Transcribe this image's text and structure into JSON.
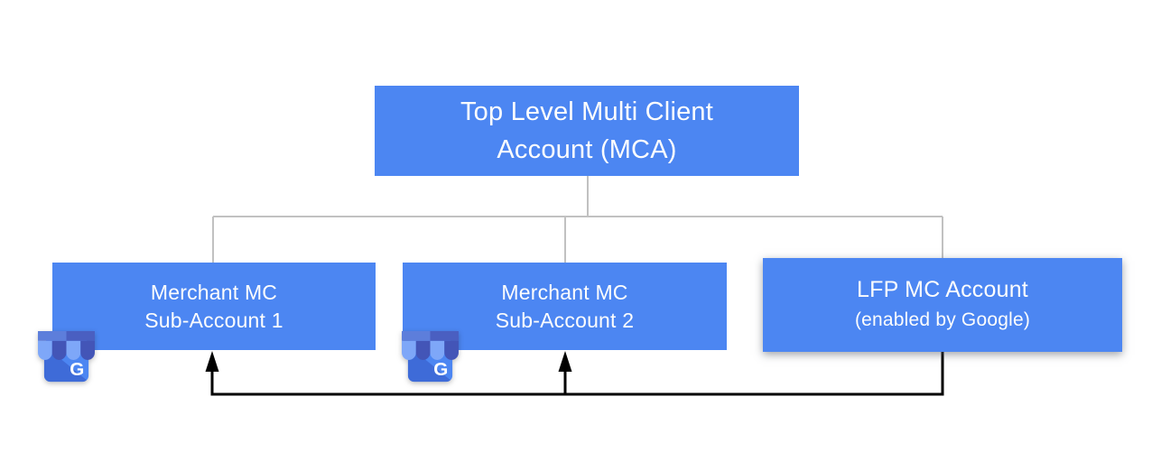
{
  "colors": {
    "node_blue": "#4c86f2",
    "connector_gray": "#c1c1c1",
    "arrow_black": "#000000",
    "text_white": "#fdfdfd",
    "background": "#ffffff"
  },
  "nodes": {
    "mca": {
      "line1": "Top Level Multi Client",
      "line2": "Account (MCA)"
    },
    "sub1": {
      "line1": "Merchant MC",
      "line2": "Sub-Account 1"
    },
    "sub2": {
      "line1": "Merchant MC",
      "line2": "Sub-Account 2"
    },
    "lfp": {
      "line1": "LFP MC Account",
      "line2": "(enabled by Google)"
    }
  },
  "icons": {
    "business1": {
      "name": "google-my-business-icon",
      "letter": "G"
    },
    "business2": {
      "name": "google-my-business-icon",
      "letter": "G"
    }
  }
}
